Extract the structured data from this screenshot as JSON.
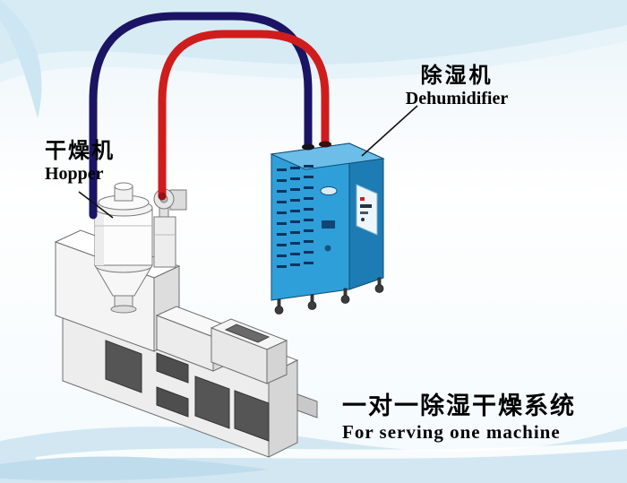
{
  "labels": {
    "hopper_cn": "干燥机",
    "hopper_en": "Hopper",
    "dehumidifier_cn": "除湿机",
    "dehumidifier_en": "Dehumidifier",
    "caption_cn": "一对一除湿干燥系统",
    "caption_en": "For serving one machine"
  },
  "colors": {
    "pipe_red": "#cf1d1d",
    "pipe_blue": "#1b1464",
    "cabinet_front": "#2e9fd9",
    "cabinet_side": "#1e7cb4",
    "cabinet_top": "#6cbde8",
    "vent_slot": "#0c3560",
    "machine_body": "#ededed",
    "background_tint": "#d7ebf5",
    "label_text": "#000000"
  }
}
